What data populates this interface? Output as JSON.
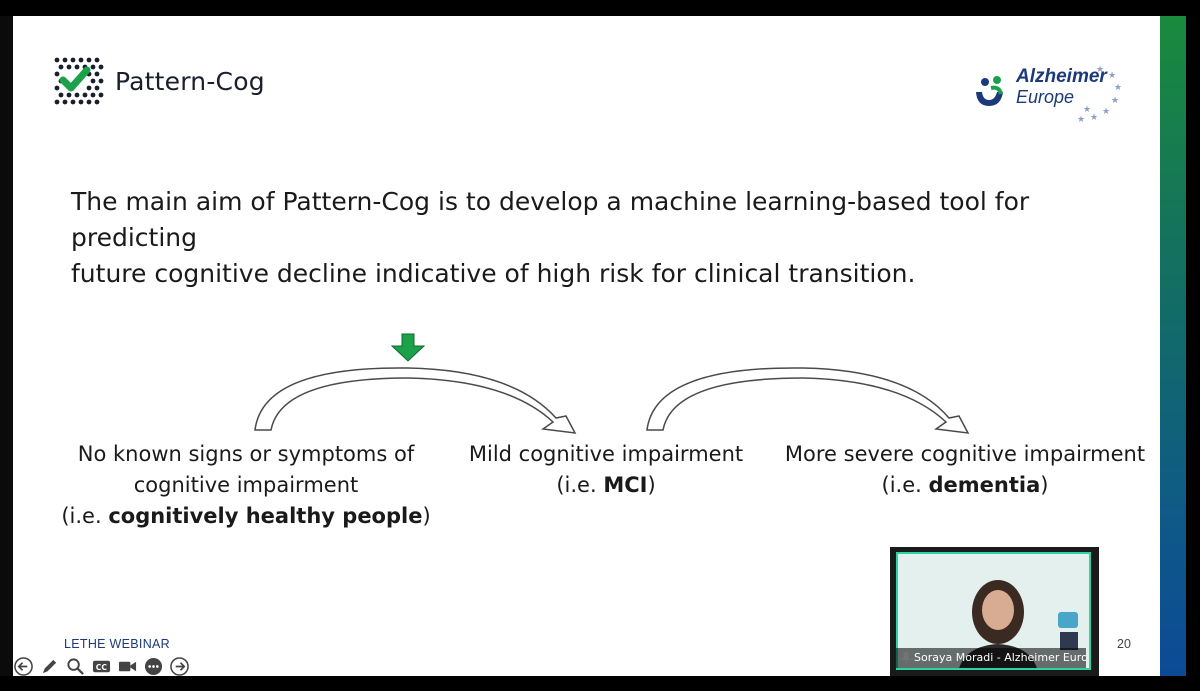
{
  "slide": {
    "brand_name": "Pattern-Cog",
    "partner_word1": "Alzheimer",
    "partner_word2": "Europe",
    "aim_line1": "The main aim of Pattern-Cog is to develop a machine learning-based tool for predicting",
    "aim_line2": "future cognitive decline indicative of high risk for clinical transition.",
    "stages": [
      {
        "line1": "No known signs or symptoms of",
        "line2": "cognitive impairment",
        "prefix": "(i.e. ",
        "bold": "cognitively healthy people",
        "suffix": ")"
      },
      {
        "line1": "Mild cognitive impairment",
        "line2": "",
        "prefix": "(i.e. ",
        "bold": "MCI",
        "suffix": ")"
      },
      {
        "line1": "More severe cognitive impairment",
        "line2": "",
        "prefix": "(i.e. ",
        "bold": "dementia",
        "suffix": ")"
      }
    ],
    "footer": "LETHE WEBINAR",
    "page_number": "20"
  },
  "video": {
    "participant_name": "Soraya Moradi - Alzheimer Euro..."
  },
  "colors": {
    "brand_green": "#1aa14a",
    "brand_navy": "#1b3a7a",
    "video_border": "#2bd4a7"
  },
  "icons": [
    "back-arrow-icon",
    "pen-icon",
    "zoom-icon",
    "closed-caption-icon",
    "camera-icon",
    "more-icon",
    "forward-arrow-icon",
    "pin-icon",
    "down-arrow-icon"
  ]
}
